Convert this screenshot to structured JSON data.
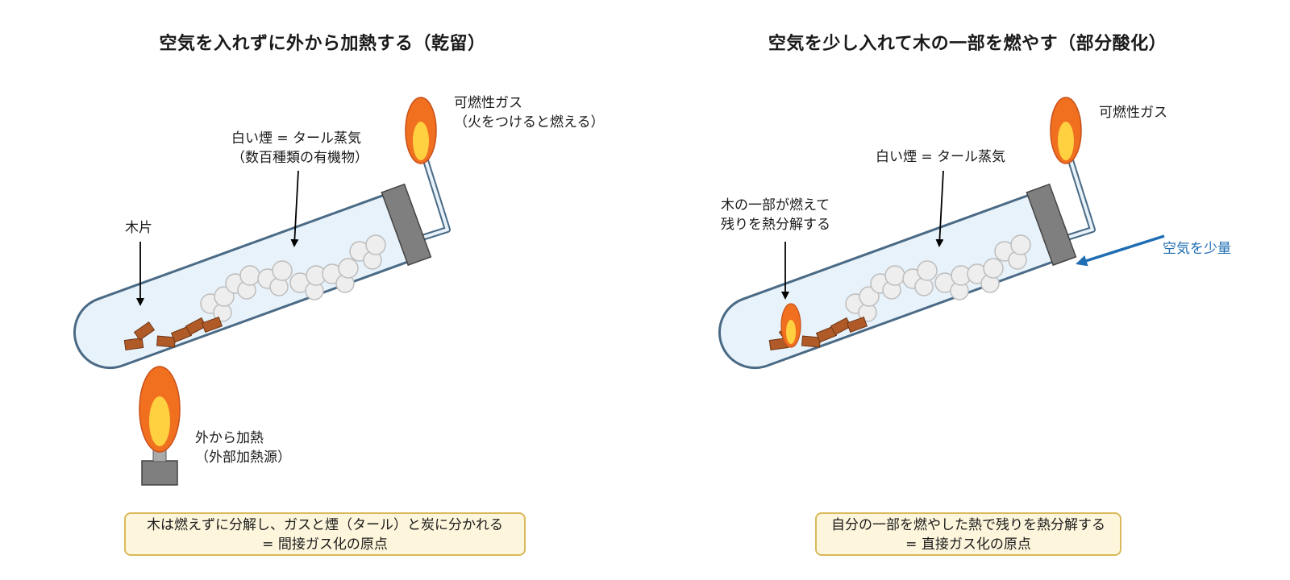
{
  "left": {
    "title": "空気を入れずに外から加熱する（乾留）",
    "label_wood": "木片",
    "label_smoke_1": "白い煙 = タール蒸気",
    "label_smoke_2": "（数百種類の有機物）",
    "label_gas_1": "可燃性ガス",
    "label_gas_2": "（火をつけると燃える）",
    "label_heat_1": "外から加熱",
    "label_heat_2": "（外部加熱源）",
    "note_1": "木は燃えずに分解し、ガスと煙（タール）と炭に分かれる",
    "note_2": "= 間接ガス化の原点"
  },
  "right": {
    "title": "空気を少し入れて木の一部を燃やす（部分酸化）",
    "label_burn_1": "木の一部が燃えて",
    "label_burn_2": "残りを熱分解する",
    "label_smoke": "白い煙 = タール蒸気",
    "label_gas": "可燃性ガス",
    "label_air": "空気を少量",
    "note_1": "自分の一部を燃やした熱で残りを熱分解する",
    "note_2": "= 直接ガス化の原点"
  },
  "colors": {
    "tube_fill": "#e8f2fa",
    "tube_stroke": "#4a6a85",
    "cap": "#7f7f7f",
    "flame_outer": "#f07020",
    "flame_inner": "#ffd040",
    "wood": "#b05a28",
    "smoke": "#eeeeee",
    "air_arrow": "#1f6db3",
    "note_bg": "#fdf6dc",
    "note_border": "#d9b95a"
  }
}
